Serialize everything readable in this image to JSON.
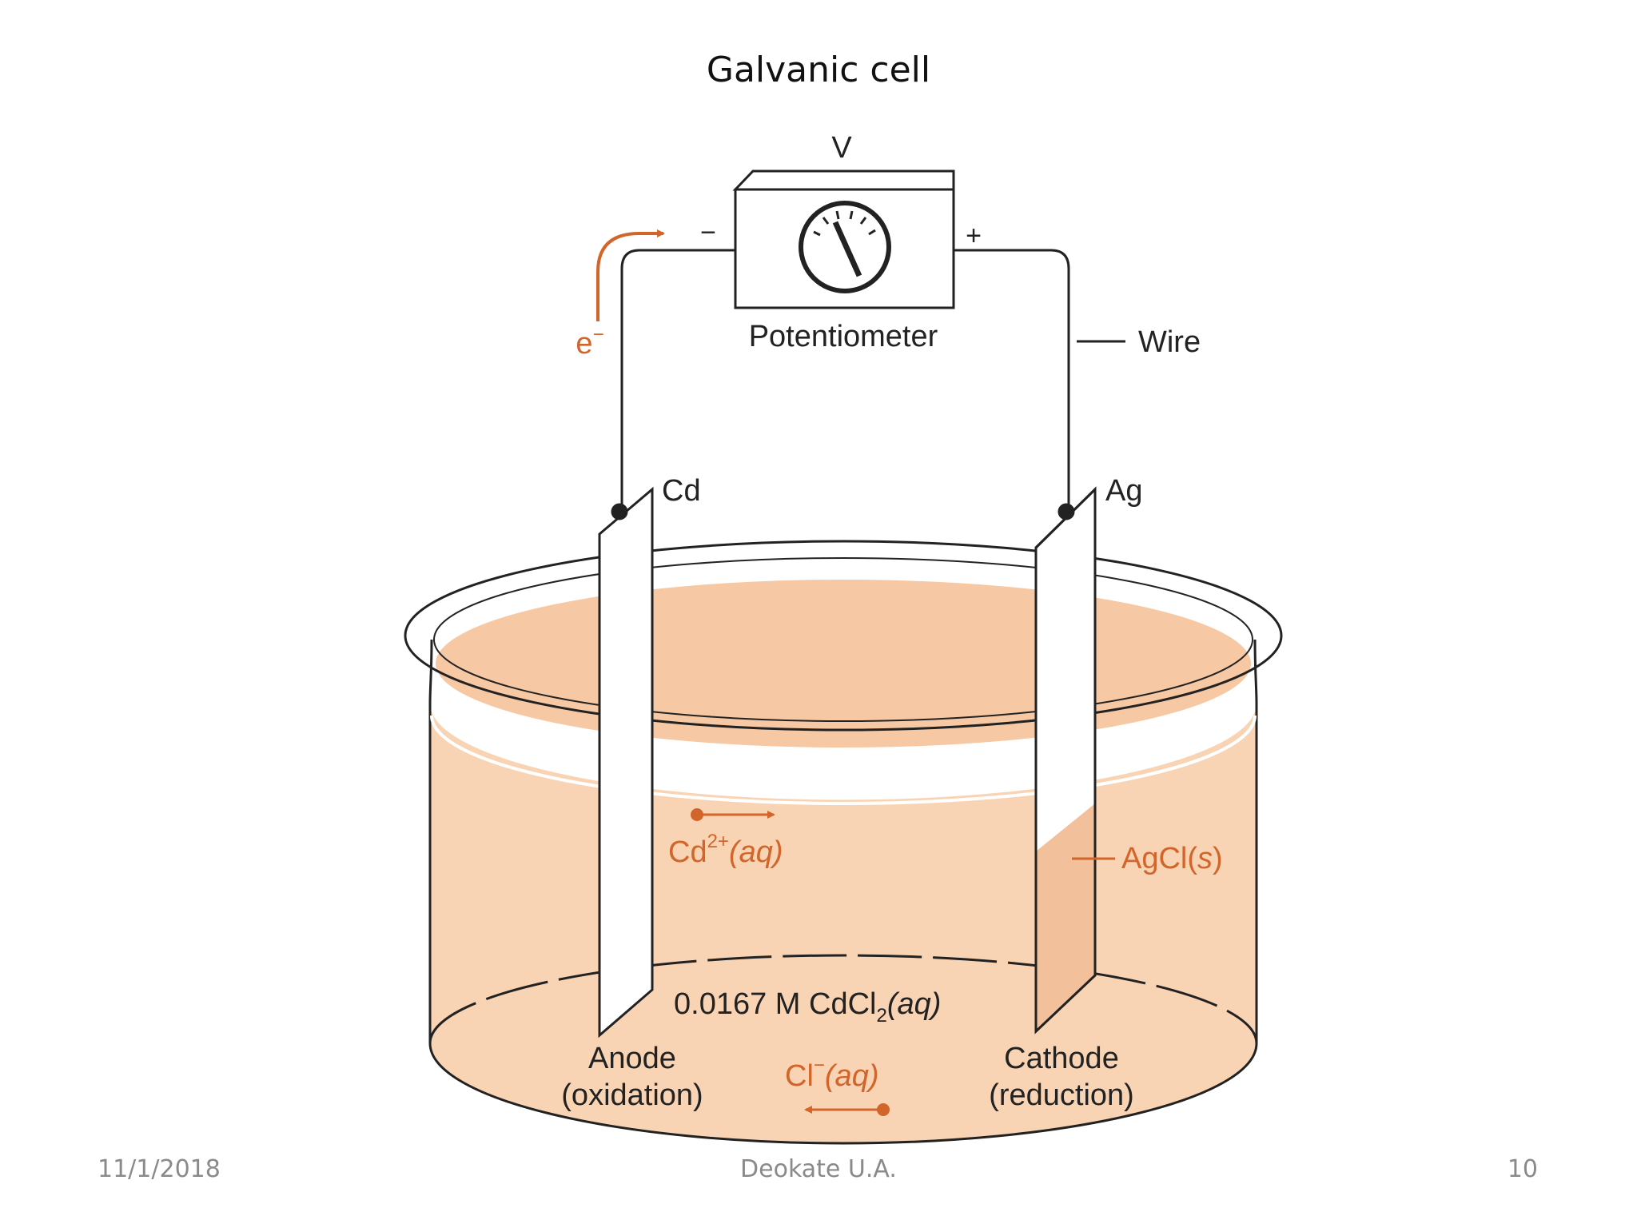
{
  "slide": {
    "title": "Galvanic cell",
    "footer": {
      "date": "11/1/2018",
      "author": "Deokate U.A.",
      "page": "10"
    }
  },
  "diagram": {
    "meter_symbol": "V",
    "meter_label": "Potentiometer",
    "terminal_negative": "−",
    "terminal_positive": "+",
    "electron_label": "e",
    "electron_charge": "−",
    "wire_label": "Wire",
    "left_electrode": "Cd",
    "right_electrode": "Ag",
    "cation": {
      "symbol": "Cd",
      "charge": "2+",
      "state": "(aq)"
    },
    "anion": {
      "symbol": "Cl",
      "charge": "−",
      "state": "(aq)"
    },
    "precipitate": {
      "formula": "AgCl(",
      "state_letter": "s",
      "close": ")"
    },
    "solution": {
      "prefix": "0.0167 M CdCl",
      "subscript": "2",
      "state": "(aq)"
    },
    "anode": {
      "name": "Anode",
      "process": "(oxidation)"
    },
    "cathode": {
      "name": "Cathode",
      "process": "(reduction)"
    },
    "colors": {
      "solution": "#f9d4b4",
      "accent": "#d2652a",
      "outline": "#222222",
      "precipitate": "#f2c09a"
    }
  }
}
